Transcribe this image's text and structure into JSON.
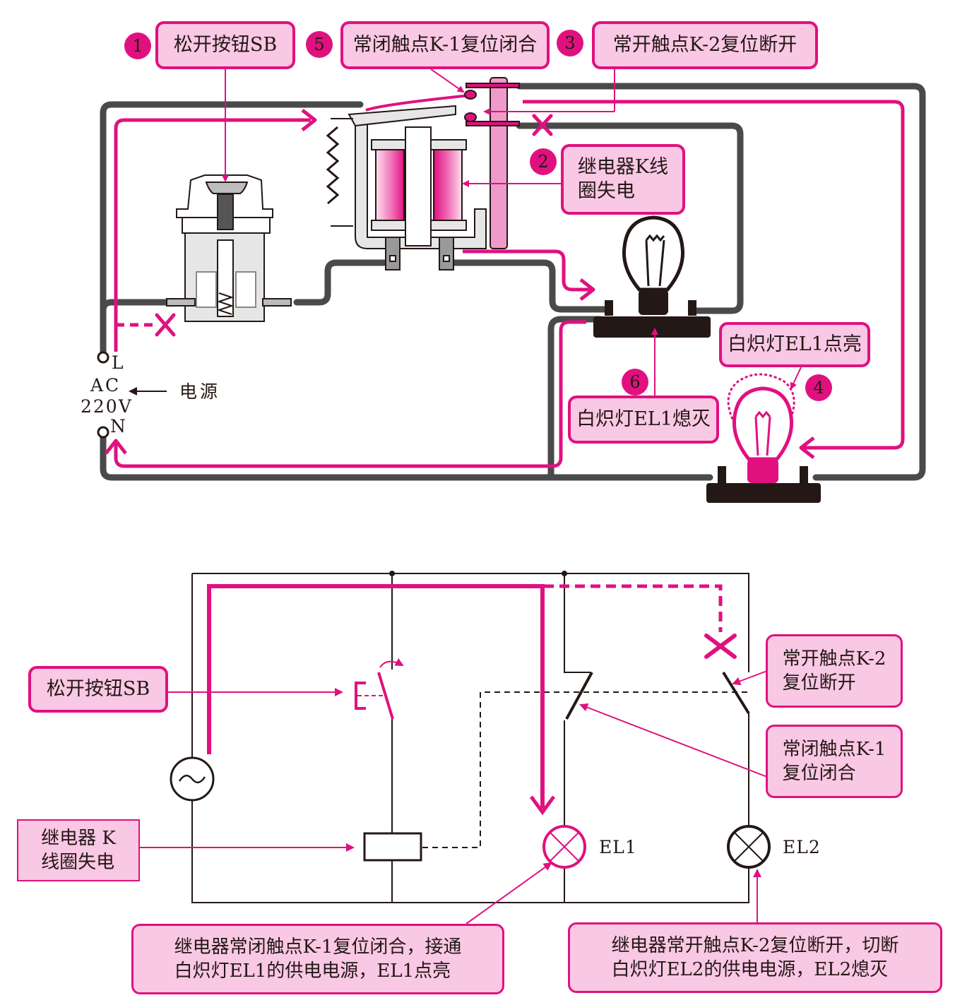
{
  "title": "继电器K线圈失电 — 常闭触点K-1复位闭合，常开触点K-2复位断开",
  "colors": {
    "accent": "#e0117f",
    "label_fill": "#f9c8e4",
    "wire": "#4a4a4a",
    "coil": "#f06bb5",
    "text": "#231815"
  },
  "top_diagram": {
    "steps": [
      {
        "num": "1",
        "label": "松开按钮SB"
      },
      {
        "num": "2",
        "label": "继电器K线\n圈失电"
      },
      {
        "num": "3",
        "label": "常开触点K-2复位断开"
      },
      {
        "num": "4",
        "label": "白炽灯EL1点亮"
      },
      {
        "num": "5",
        "label": "常闭触点K-1复位闭合"
      },
      {
        "num": "6",
        "label": "白炽灯EL1熄灭"
      }
    ],
    "power": {
      "terminal_L": "L",
      "terminal_N": "N",
      "ac_line1": "AC",
      "ac_line2": "220V",
      "label": "电源"
    },
    "components": [
      {
        "name": "button-SB",
        "icon": "push-button"
      },
      {
        "name": "relay-K",
        "icon": "relay"
      },
      {
        "name": "lamp-upper",
        "icon": "bulb-off"
      },
      {
        "name": "lamp-lower",
        "icon": "bulb-lit"
      }
    ]
  },
  "bottom_diagram": {
    "labels": {
      "sb": "松开按钮SB",
      "coil": "继电器 K\n线圈失电",
      "k2": "常开触点K-2\n复位断开",
      "k1": "常闭触点K-1\n复位闭合",
      "el1_note": "继电器常闭触点K-1复位闭合，接通\n白炽灯EL1的供电电源，EL1点亮",
      "el2_note": "继电器常开触点K-2复位断开，切断\n白炽灯EL2的供电电源，EL2熄灭"
    },
    "lamps": [
      {
        "id": "EL1",
        "state": "on"
      },
      {
        "id": "EL2",
        "state": "off"
      }
    ],
    "source_symbol": "~"
  }
}
